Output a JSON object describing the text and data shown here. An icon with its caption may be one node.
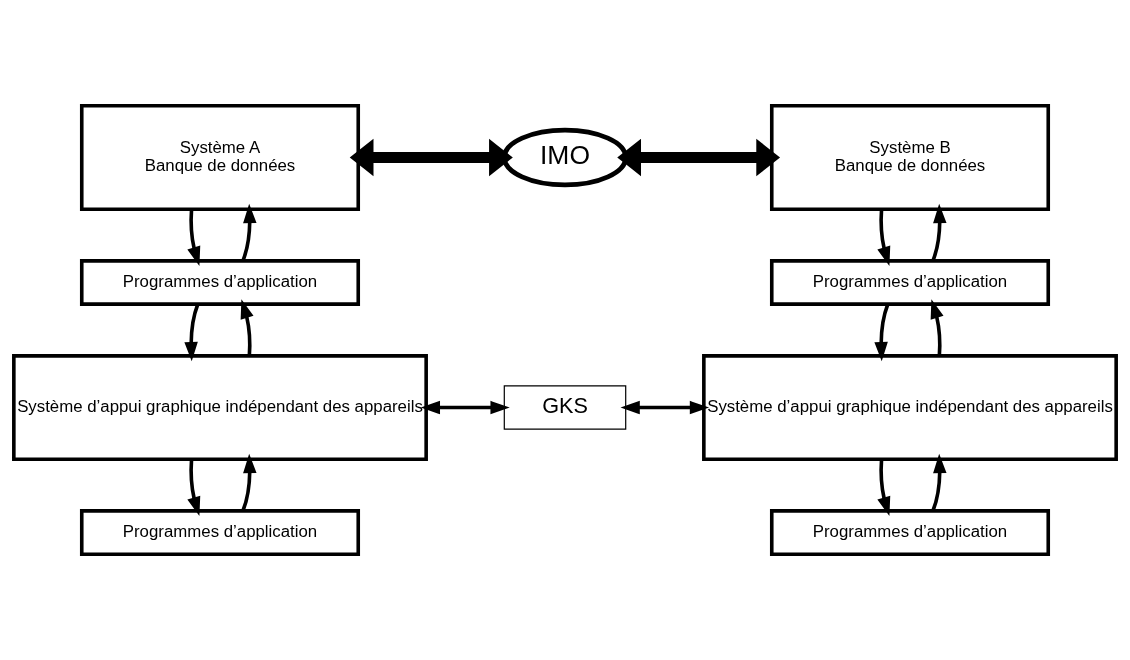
{
  "diagram": {
    "nodes": [
      {
        "text": [
          "Système A",
          "Banque de données"
        ]
      },
      {
        "text": [
          "Programmes d’application"
        ]
      },
      {
        "text": [
          "Système d’appui graphique indépendant des appareils"
        ]
      },
      {
        "text": [
          "Programmes d’application"
        ]
      },
      {
        "text": [
          "IMO"
        ]
      },
      {
        "text": [
          "Système B",
          "Banque de données"
        ]
      },
      {
        "text": [
          "Programmes d’application"
        ]
      },
      {
        "text": [
          "Système d’appui graphique indépendant des appareils"
        ]
      },
      {
        "text": [
          "Programmes d’application"
        ]
      },
      {
        "text": [
          "GKS"
        ]
      }
    ],
    "edges": [
      {
        "from": 0,
        "to": 1,
        "arrow": "to"
      },
      {
        "from": 1,
        "to": 0,
        "arrow": "to"
      },
      {
        "from": 1,
        "to": 2,
        "arrow": "to"
      },
      {
        "from": 2,
        "to": 1,
        "arrow": "to"
      },
      {
        "from": 2,
        "to": 3,
        "arrow": "to"
      },
      {
        "from": 3,
        "to": 2,
        "arrow": "to"
      },
      {
        "from": 0,
        "to": 4,
        "arrow": "both",
        "style": "thick"
      },
      {
        "from": 4,
        "to": 5,
        "arrow": "both",
        "style": "thick"
      },
      {
        "from": 5,
        "to": 6,
        "arrow": "to"
      },
      {
        "from": 6,
        "to": 5,
        "arrow": "to"
      },
      {
        "from": 6,
        "to": 7,
        "arrow": "to"
      },
      {
        "from": 7,
        "to": 6,
        "arrow": "to"
      },
      {
        "from": 7,
        "to": 8,
        "arrow": "to"
      },
      {
        "from": 8,
        "to": 7,
        "arrow": "to"
      },
      {
        "from": 2,
        "to": 9,
        "arrow": "both"
      },
      {
        "from": 9,
        "to": 7,
        "arrow": "both"
      }
    ]
  }
}
